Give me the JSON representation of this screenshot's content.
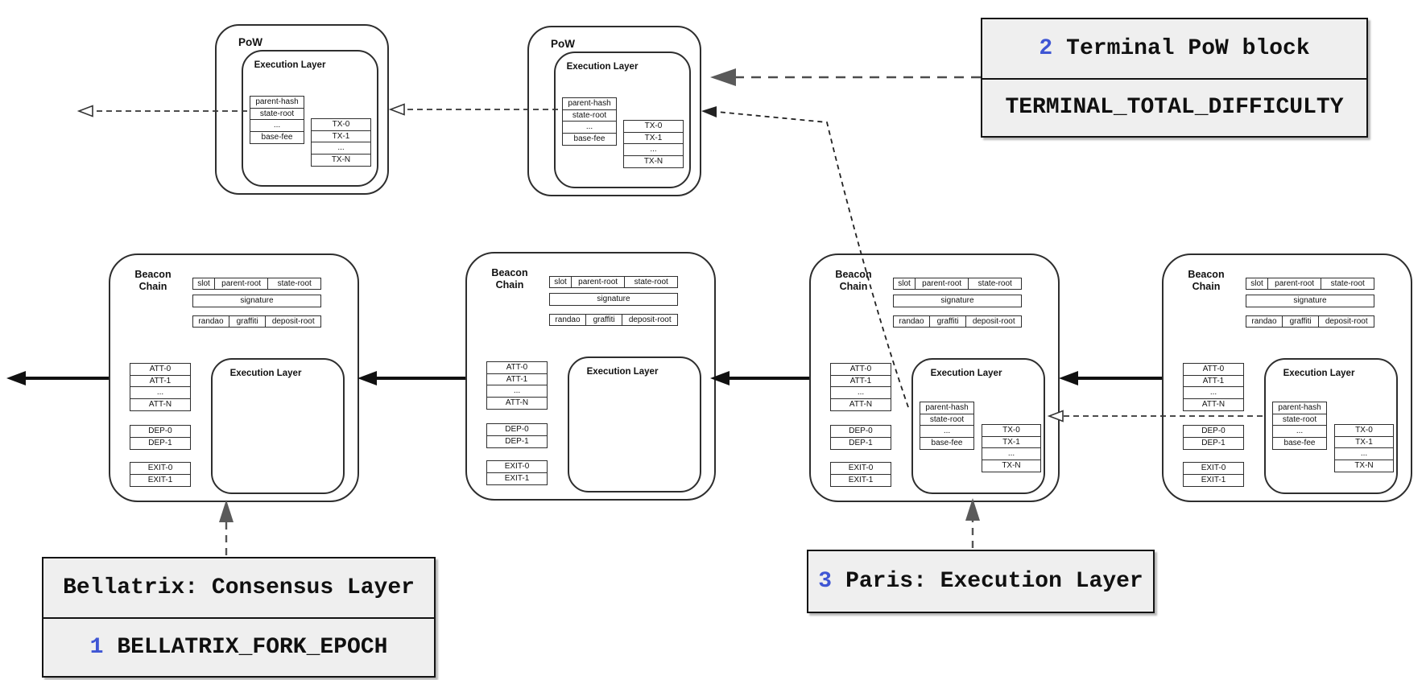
{
  "colors": {
    "accent_blue": "#3f56d4",
    "callout_bg": "#efefef",
    "line_ink": "#2e2e2e",
    "arrow_gray": "#5a5a5a"
  },
  "pow_block": {
    "label": "PoW",
    "execution_layer_label": "Execution Layer",
    "header_fields": [
      "parent-hash",
      "state-root",
      "...",
      "base-fee"
    ],
    "transactions": [
      "TX-0",
      "TX-1",
      "...",
      "TX-N"
    ]
  },
  "beacon_block": {
    "label": "Beacon Chain",
    "body_row1": [
      "slot",
      "parent-root",
      "state-root"
    ],
    "signature_label": "signature",
    "body_row2": [
      "randao",
      "graffiti",
      "deposit-root"
    ],
    "attestations": [
      "ATT-0",
      "ATT-1",
      "...",
      "ATT-N"
    ],
    "deposits": [
      "DEP-0",
      "DEP-1"
    ],
    "exits": [
      "EXIT-0",
      "EXIT-1"
    ],
    "execution_layer_label": "Execution Layer",
    "execution_fields": [
      "parent-hash",
      "state-root",
      "...",
      "base-fee"
    ],
    "execution_txs": [
      "TX-0",
      "TX-1",
      "...",
      "TX-N"
    ]
  },
  "callouts": {
    "terminal_pow": {
      "step_number": "2",
      "title": "Terminal PoW block",
      "parameter": "TERMINAL_TOTAL_DIFFICULTY"
    },
    "bellatrix": {
      "title": "Bellatrix: Consensus Layer",
      "step_number": "1",
      "parameter": "BELLATRIX_FORK_EPOCH"
    },
    "paris": {
      "step_number": "3",
      "title": "Paris: Execution Layer"
    }
  }
}
